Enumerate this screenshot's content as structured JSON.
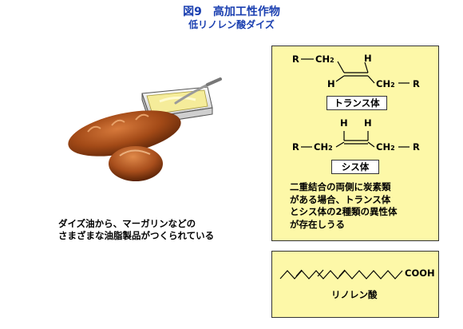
{
  "header": {
    "title": "図9　高加工性作物",
    "subtitle": "低リノレン酸ダイズ"
  },
  "caption": {
    "line1": "ダイズ油から、マーガリンなどの",
    "line2": "さまざまな油脂製品がつくられている"
  },
  "trans": {
    "r_left": "R",
    "ch2_left": "CH",
    "ch2_left_sub": "2",
    "h_top": "H",
    "h_bottom": "H",
    "ch2_right": "CH",
    "ch2_right_sub": "2",
    "r_right": "R",
    "label": "トランス体"
  },
  "cis": {
    "h_left": "H",
    "h_right": "H",
    "r_left": "R",
    "ch2_left": "CH",
    "ch2_left_sub": "2",
    "ch2_right": "CH",
    "ch2_right_sub": "2",
    "r_right": "R",
    "label": "シス体"
  },
  "description": {
    "line1": "二重結合の両側に炭素類",
    "line2": "がある場合、トランス体",
    "line3": "とシス体の2種類の異性体",
    "line4": "が存在しうる"
  },
  "linolenic": {
    "cooh": "COOH",
    "label": "リノレン酸"
  },
  "colors": {
    "title": "#1a3fb0",
    "panel_bg": "#fdf8a8",
    "bread": "#8a3e12",
    "margarine": "#f5ec9a"
  }
}
